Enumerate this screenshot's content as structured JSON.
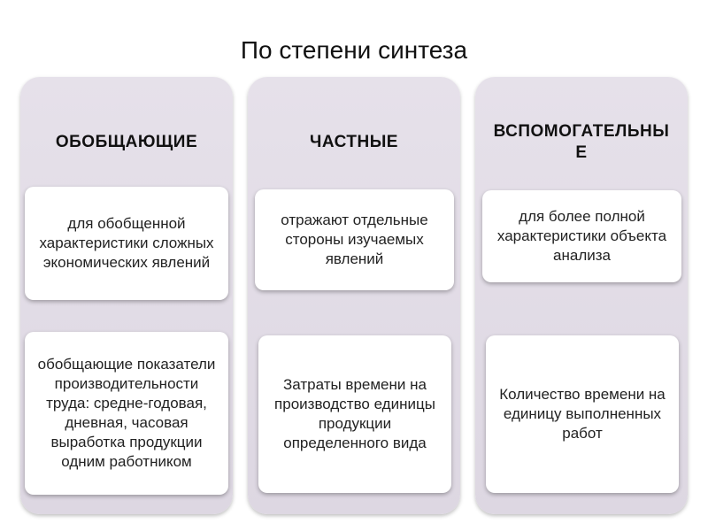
{
  "title": "По степени синтеза",
  "columns": [
    {
      "header": "ОБОБЩАЮЩИЕ",
      "definition": "для обобщенной характеристики сложных экономических явлений",
      "example": "обобщающие показатели производительности труда: средне-годовая, дневная, часовая выработка продукции одним работником"
    },
    {
      "header": "ЧАСТНЫЕ",
      "definition": "отражают отдельные стороны изучаемых явлений",
      "example": "Затраты времени на производство единицы продукции определенного вида"
    },
    {
      "header": "ВСПОМОГАТЕЛЬНЫЕ",
      "definition": "для более полной характеристики объекта анализа",
      "example": "Количество времени на единицу выполненных работ"
    }
  ],
  "colors": {
    "column_background": "#e2dde6",
    "box_background": "#ffffff",
    "text": "#111111"
  }
}
